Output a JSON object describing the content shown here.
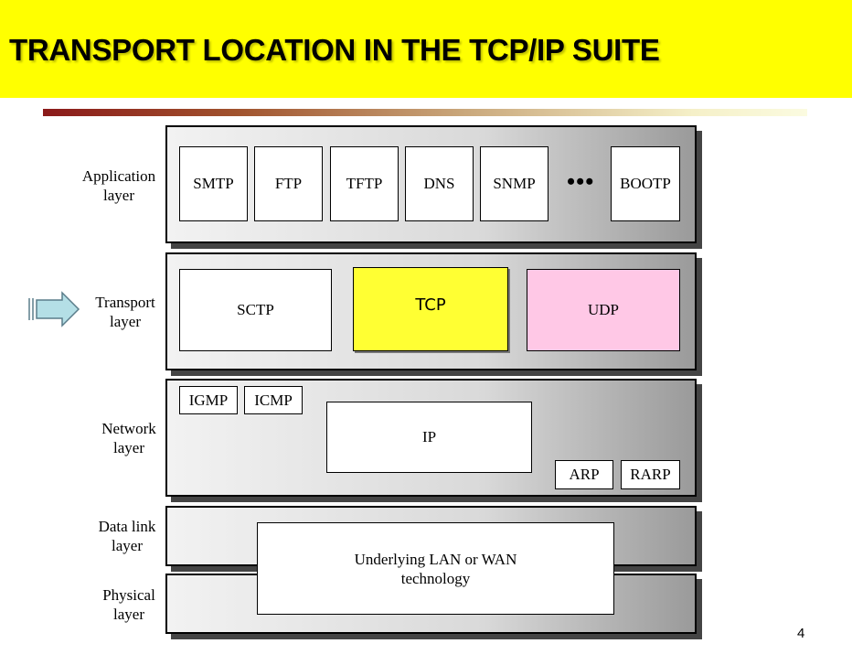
{
  "slide": {
    "title": "TRANSPORT LOCATION IN THE TCP/IP SUITE",
    "page_number": "4",
    "colors": {
      "title_bg": "#ffff00",
      "tcp_fill": "#ffff33",
      "udp_fill": "#ffc8e6",
      "arrow_fill": "#b4dfe6"
    }
  },
  "layers": {
    "application": {
      "label_line1": "Application",
      "label_line2": "layer",
      "protocols": [
        "SMTP",
        "FTP",
        "TFTP",
        "DNS",
        "SNMP",
        "BOOTP"
      ],
      "ellipsis": "•••"
    },
    "transport": {
      "label_line1": "Transport",
      "label_line2": "layer",
      "protocols": [
        "SCTP",
        "TCP",
        "UDP"
      ]
    },
    "network": {
      "label_line1": "Network",
      "label_line2": "layer",
      "protocols": [
        "IGMP",
        "ICMP",
        "IP",
        "ARP",
        "RARP"
      ]
    },
    "datalink": {
      "label_line1": "Data link",
      "label_line2": "layer"
    },
    "physical": {
      "label_line1": "Physical",
      "label_line2": "layer"
    },
    "underlying": {
      "line1": "Underlying LAN or WAN",
      "line2": "technology"
    }
  },
  "indicator": {
    "icon": "arrow-right-icon"
  }
}
